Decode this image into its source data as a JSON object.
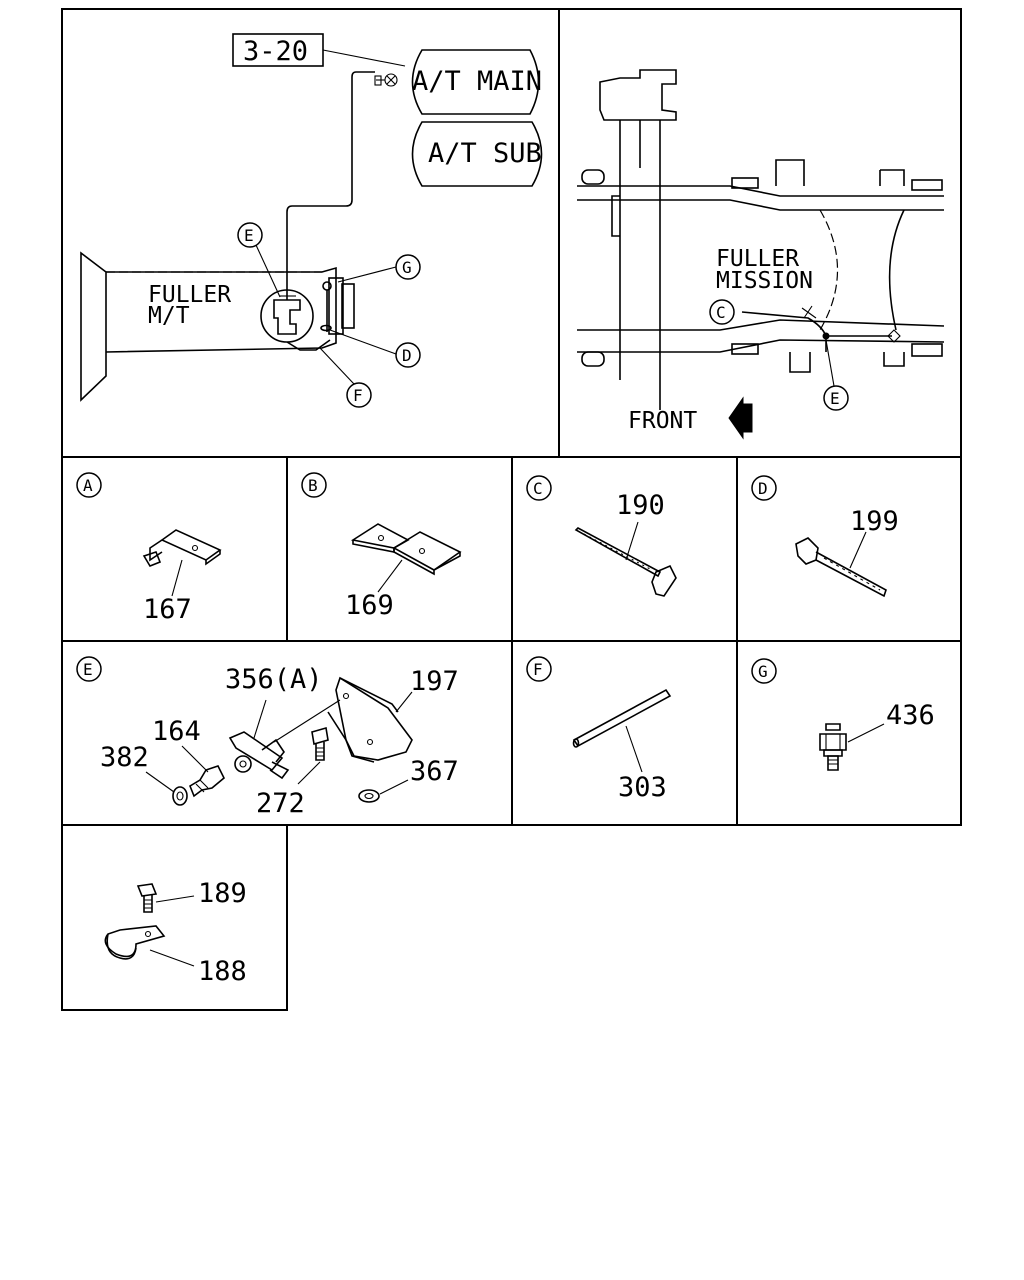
{
  "overview": {
    "ref_page": "3-20",
    "variant_main": "A/T MAIN",
    "variant_sub": "A/T SUB",
    "trans_line1": "FULLER",
    "trans_line2": "M/T",
    "mission_line1": "FULLER",
    "mission_line2": "MISSION",
    "front_label": "FRONT",
    "left_callouts": [
      "E",
      "G",
      "D",
      "F"
    ],
    "right_callouts": [
      "C",
      "E"
    ]
  },
  "details": [
    {
      "letter": "A",
      "parts": [
        "167"
      ]
    },
    {
      "letter": "B",
      "parts": [
        "169"
      ]
    },
    {
      "letter": "C",
      "parts": [
        "190"
      ]
    },
    {
      "letter": "D",
      "parts": [
        "199"
      ]
    },
    {
      "letter": "E",
      "parts": [
        "356(A)",
        "197",
        "164",
        "382",
        "272",
        "367"
      ]
    },
    {
      "letter": "F",
      "parts": [
        "303"
      ]
    },
    {
      "letter": "G",
      "parts": [
        "436"
      ]
    },
    {
      "letter": "",
      "parts": [
        "189",
        "188"
      ]
    }
  ]
}
